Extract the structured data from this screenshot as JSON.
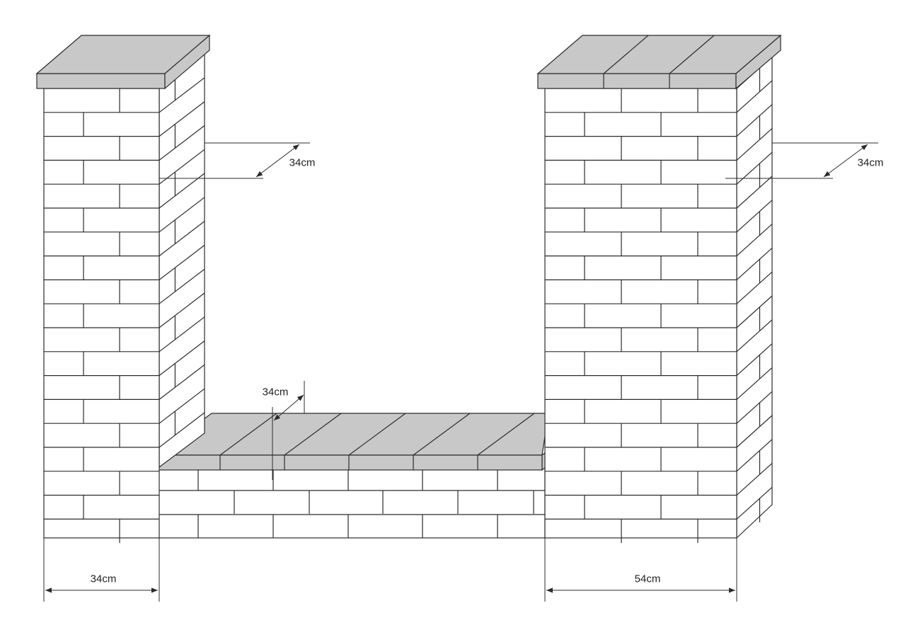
{
  "colors": {
    "line": "#2b2b2b",
    "brick_fill": "#ffffff",
    "cap_fill": "#c8c8c8",
    "background": "#ffffff"
  },
  "dimensions": {
    "left_pillar_depth": "34cm",
    "right_pillar_depth": "34cm",
    "wall_cap_depth": "34cm",
    "left_pillar_width": "34cm",
    "right_pillar_width": "54cm"
  }
}
